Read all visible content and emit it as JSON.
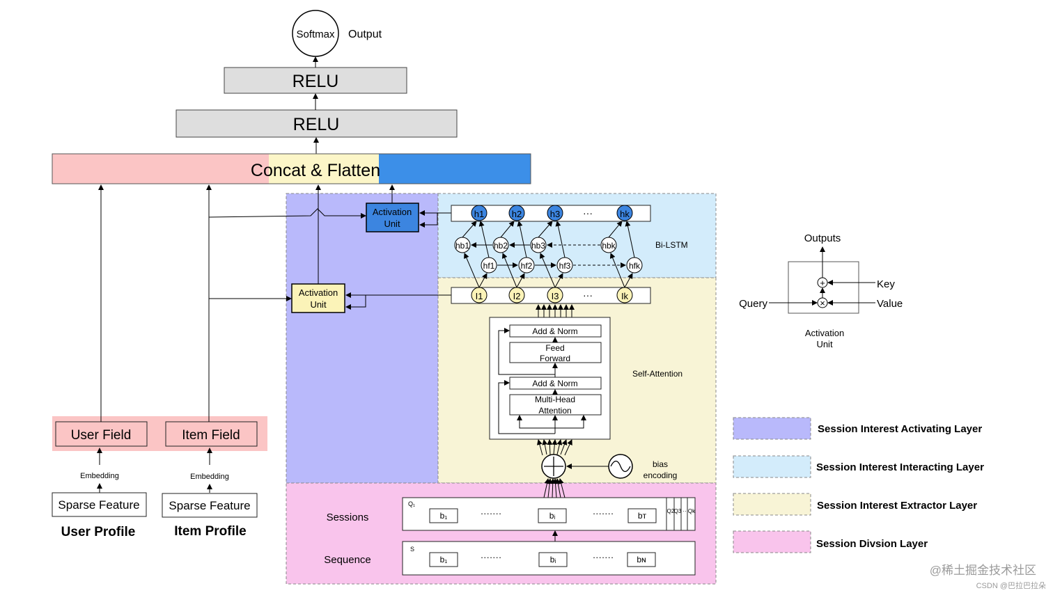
{
  "top": {
    "softmax": "Softmax",
    "output": "Output",
    "relu_top": "RELU",
    "relu_bottom": "RELU",
    "concat": "Concat & Flatten"
  },
  "left": {
    "user_field": "User Field",
    "item_field": "Item Field",
    "embedding_user": "Embedding",
    "embedding_item": "Embedding",
    "sparse_user": "Sparse Feature",
    "sparse_item": "Sparse Feature",
    "user_profile": "User Profile",
    "item_profile": "Item Profile"
  },
  "activation_unit": {
    "line1": "Activation",
    "line2": "Unit"
  },
  "bilstm": {
    "label": "Bi-LSTM",
    "h": [
      "h1",
      "h2",
      "h3",
      "hk"
    ],
    "hb": [
      "hb1",
      "hb2",
      "hb3",
      "hbk"
    ],
    "hf": [
      "hf1",
      "hf2",
      "hf3",
      "hfk"
    ],
    "ellipsis": "···"
  },
  "extractor": {
    "label": "Self-Attention",
    "inputs": [
      "I1",
      "I2",
      "I3",
      "Ik"
    ],
    "add_norm_top": "Add & Norm",
    "feed_forward_1": "Feed",
    "feed_forward_2": "Forward",
    "add_norm_bottom": "Add & Norm",
    "mha_1": "Multi-Head",
    "mha_2": "Attention",
    "bias_1": "bias",
    "bias_2": "encoding"
  },
  "division": {
    "sessions_label": "Sessions",
    "sequence_label": "Sequence",
    "q1": "Q₁",
    "s": "S",
    "sessions_items": [
      "b₁",
      "bᵢ",
      "bᴛ"
    ],
    "sequence_items": [
      "b₁",
      "bᵢ",
      "bɴ"
    ],
    "dots": "·······",
    "q_labels": [
      "Q2",
      "Q3",
      "··",
      "Qk"
    ]
  },
  "unit_detail": {
    "outputs": "Outputs",
    "query": "Query",
    "key": "Key",
    "value": "Value",
    "title1": "Activation",
    "title2": "Unit",
    "plus": "+",
    "times": "×"
  },
  "legend": [
    {
      "label": "Session Interest Activating Layer",
      "color": "#b9b9fb"
    },
    {
      "label": "Session Interest Interacting Layer",
      "color": "#d3ecfb"
    },
    {
      "label": "Session Interest Extractor Layer",
      "color": "#f8f4d6"
    },
    {
      "label": "Session Divsion Layer",
      "color": "#f9c4ec"
    }
  ],
  "watermark": {
    "line1": "@稀土掘金技术社区",
    "line2": "CSDN @巴拉巴拉朵"
  },
  "colors": {
    "concat_pink": "#fbc5c5",
    "concat_yellow": "#fcf6c8",
    "concat_blue": "#3c8fe8",
    "relu_gray": "#dedede",
    "field_pink": "#fbc5c5",
    "au_blue": "#3c85e0",
    "au_yellow": "#fbf3b8",
    "h_blue": "#3c85e0"
  }
}
